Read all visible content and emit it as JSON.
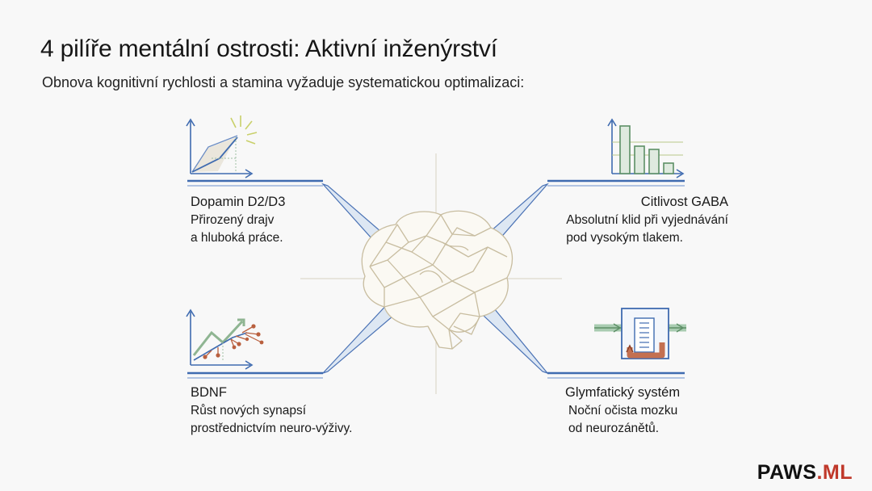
{
  "header": {
    "title": "4 pilíře mentální ostrosti: Aktivní inženýrství",
    "subtitle": "Obnova kognitivní rychlosti a stamina vyžaduje systematickou optimalizaci:"
  },
  "pillars": [
    {
      "title": "Dopamin D2/D3",
      "line1": "Přirozený drajv",
      "line2": "a hluboká práce.",
      "icon": "rising-chart-icon"
    },
    {
      "title": "Citlivost GABA",
      "line1": "Absolutní klid při vyjednávání",
      "line2": "pod vysokým tlakem.",
      "icon": "descending-bars-icon"
    },
    {
      "title": "BDNF",
      "line1": "Růst nových synapsí",
      "line2": "prostřednictvím neuro-výživy.",
      "icon": "synapse-growth-icon"
    },
    {
      "title": "Glymfatický systém",
      "line1": "Noční očista mozku",
      "line2": "od neurozánětů.",
      "icon": "flow-cleanse-icon"
    }
  ],
  "center_icon": "brain-icon",
  "brand": {
    "name": "PAWS",
    "suffix": ".ML"
  },
  "colors": {
    "blue": "#3f6bb0",
    "green": "#7fae8a",
    "red": "#c0392b",
    "brain": "#c8bda0"
  }
}
